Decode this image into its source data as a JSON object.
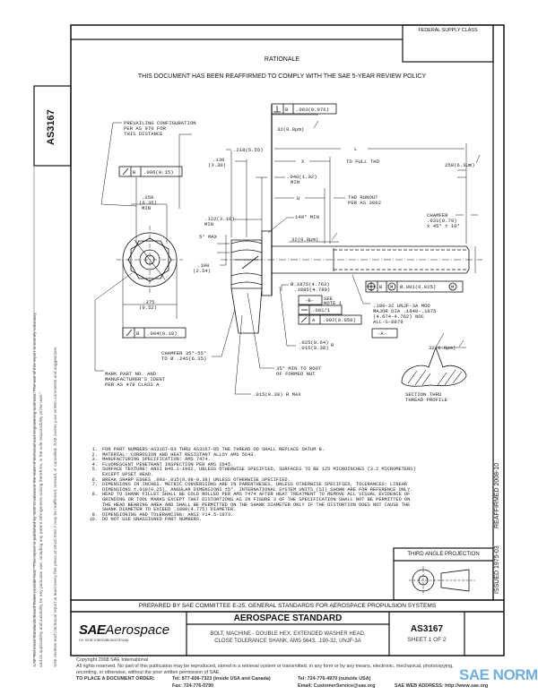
{
  "header": {
    "federal_supply_class_label": "FEDERAL SUPPLY CLASS",
    "rationale_title": "RATIONALE",
    "rationale_text": "THIS DOCUMENT HAS BEEN REAFFIRMED TO COMPLY WITH THE SAE 5-YEAR REVIEW POLICY"
  },
  "side_tab": {
    "doc_number": "AS3167"
  },
  "disclaimer": {
    "line1": "SAE Technical Standards Board Rules provide that: \"This report is published by SAE to advance the state of technical and engineering sciences. The use of this report is entirely voluntary,",
    "line2": "and its applicability and suitability for any particular use, including any patent infringement arising therefrom, is the sole responsibility of the user.\"",
    "line3": "SAE reviews each technical report at least every five years at which time it may be reaffirmed, revised, or cancelled. SAE invites your written comments and suggestions."
  },
  "right_column": {
    "issued": "ISSUED 1975-03",
    "reaffirmed": "REAFFIRMED 2008-10"
  },
  "drawing": {
    "prevailing": [
      "PREVAILING CONFIGURATION",
      "PER AS 970 FOR",
      "THIS DISTANCE"
    ],
    "fcf_runout_top": {
      "datum": "B",
      "value": ".006(0.15)"
    },
    "dim_250": [
      ".250",
      "(6.35)",
      "MIN"
    ],
    "dim_375": [
      ".375",
      "(9.52)"
    ],
    "fcf_runout_bottom": {
      "datum": "B",
      "value": ".004(0.10)"
    },
    "mark_note": [
      "MARK PART NO. AND",
      "MANUFACTURER'S IDENT",
      "PER AS 478 CLASS A"
    ],
    "chamfer_head": [
      "CHAMFER 35°-55°",
      "TO Ø .245(6.35)"
    ],
    "root_note": [
      "35° MIN TO ROOT",
      "OF FORMED NUT"
    ],
    "radius_max": ".015(0.38) R MAX",
    "fillet": [
      ".025(0.64)",
      ".015(0.38)",
      "R"
    ],
    "shank_dia": [
      "Ø.1875(4.763)",
      ".1885(4.788)"
    ],
    "datum_b": "-B-",
    "see_note": [
      "SEE",
      "NOTE 1"
    ],
    "straightness": ".001/1",
    "fcf_runout_a": {
      "datum": "A",
      "value": ".002(0.050)"
    },
    "datum_a": "-A-",
    "thread_spec": [
      ".190-32 UNJF-3A MOD",
      "MAJOR DIA .1840-.1875",
      "(4.674-4.762) NOC",
      "ALL-S-8879"
    ],
    "fcf_position": {
      "datum": "B",
      "mod1": "M",
      "value": "Ø.001(0.025)",
      "mod2": "M"
    },
    "section_finish": "32(0.8µm)",
    "section_label": [
      "SECTION THRU",
      "THREAD PROFILE"
    ],
    "chamfer_end": [
      "CHAMFER",
      ".031(0.79)",
      "x 45° ± 10°"
    ],
    "finish_250": "250(6.3µm)",
    "dim_L": "L",
    "dim_X": "X",
    "to_full_thd": "TO FULL THD",
    "dim_040": [
      ".040(1.02)",
      "MIN"
    ],
    "dim_U": "U",
    "thd_runout": [
      "THD RUNOUT",
      "PER AS 3062"
    ],
    "angle_140": "140° MIN",
    "finish_shank": "32(0.8µm)",
    "finish_top": "32(0.8µm)",
    "fcf_perp": {
      "datum": "B",
      "value": ".003(0.076)"
    },
    "dim_218": ".218(5.55)",
    "dim_130": [
      ".130",
      "(3.30)"
    ],
    "dim_122": [
      ".122(3.10)",
      "MIN"
    ],
    "angle_5": "5° MAX",
    "dim_100": [
      ".100",
      "(2.54)"
    ]
  },
  "notes": [
    {
      "n": "1.",
      "text": "FOR PART NUMBERS AS3167-03 THRU AS3167-05 THE THREAD OD SHALL REPLACE DATUM B."
    },
    {
      "n": "2.",
      "text": "MATERIAL: CORROSION AND HEAT RESISTANT ALLOY AMS 5643."
    },
    {
      "n": "3.",
      "text": "MANUFACTURING SPECIFICATION: AMS 7474."
    },
    {
      "n": "4.",
      "text": "FLUORESCENT PENETRANT INSPECTION PER AMS 2645."
    },
    {
      "n": "5.",
      "text": "SURFACE TEXTURE: ANSI B46.1-1962. UNLESS OTHERWISE SPECIFIED, SURFACES TO BE 125 MICROINCHES (3.2 MICROMETERS) EXCEPT UPSET HEAD."
    },
    {
      "n": "6.",
      "text": "BREAK SHARP EDGES .003-.015(0.08-0.38) UNLESS OTHERWISE SPECIFIED."
    },
    {
      "n": "7.",
      "text": "DIMENSIONS IN INCHES. METRIC CONVERSIONS ARE IN PARENTHESES. UNLESS OTHERWISE SPECIFIED, TOLERANCES: LINEAR DIMENSIONS ±.010(0.25), ANGULAR DIMENSIONS ±5°. INTERNATIONAL SYSTEM UNITS (SI) SHOWN ARE FOR REFERENCE ONLY."
    },
    {
      "n": "8.",
      "text": "HEAD TO SHANK FILLET SHALL BE COLD ROLLED PER AMS 7474 AFTER HEAT TREATMENT TO REMOVE ALL VISUAL EVIDENCE OF GRINDING OR TOOL MARKS EXCEPT THAT DISTORTIONS AS IN FIGURE 3 OF THE SPECIFICATION SHALL NOT BE PERMITTED ON THE HEAD BEARING AREA AND SHALL BE PERMITTED ON THE SHANK DIAMETER ONLY IF THE DISTORTION DOES NOT CAUSE THE SHANK DIAMETER TO EXCEED .1880(4.775) DIAMETER."
    },
    {
      "n": "9.",
      "text": "DIMENSIONING AND TOLERANCING: ANSI Y14.5-1973."
    },
    {
      "n": "10.",
      "text": "DO NOT USE UNASSIGNED PART NUMBERS."
    }
  ],
  "projection": {
    "label": "THIRD ANGLE PROJECTION"
  },
  "title_block": {
    "prepared_by": "PREPARED BY SAE COMMITTEE E-25, GENERAL STANDARDS FOR AEROSPACE PROPULSION SYSTEMS",
    "logo_sae": "SAE",
    "logo_aerospace": "Aerospace",
    "logo_tagline": "An SAE International Group",
    "standard_type": "AEROSPACE STANDARD",
    "title_line1": "BOLT, MACHINE - DOUBLE HEX, EXTENDED WASHER HEAD,",
    "title_line2": "CLOSE TOLERANCE SHANK, AMS 5643, .190-32, UNJF-3A",
    "doc_number": "AS3167",
    "sheet": "SHEET 1 OF 2"
  },
  "footer": {
    "copyright": "Copyright 2008 SAE International",
    "rights": "All rights reserved. No part of this publication may be reproduced, stored in a retrieval system or transmitted, in any form or by any means, electronic, mechanical, photocopying,",
    "rights2": "recording, or otherwise, without the prior written permission of SAE.",
    "order_label": "TO PLACE A DOCUMENT ORDER:",
    "tel_us": "Tel: 877-606-7323 (inside USA and Canada)",
    "tel_intl": "Tel: 724-776-4970 (outside USA)",
    "fax": "Fax: 724-776-0790",
    "email": "Email: CustomerService@sae.org",
    "web": "SAE WEB ADDRESS: http://www.sae.org"
  },
  "watermark": {
    "text": "SAE NORM",
    "color": "#5aa0d8"
  }
}
